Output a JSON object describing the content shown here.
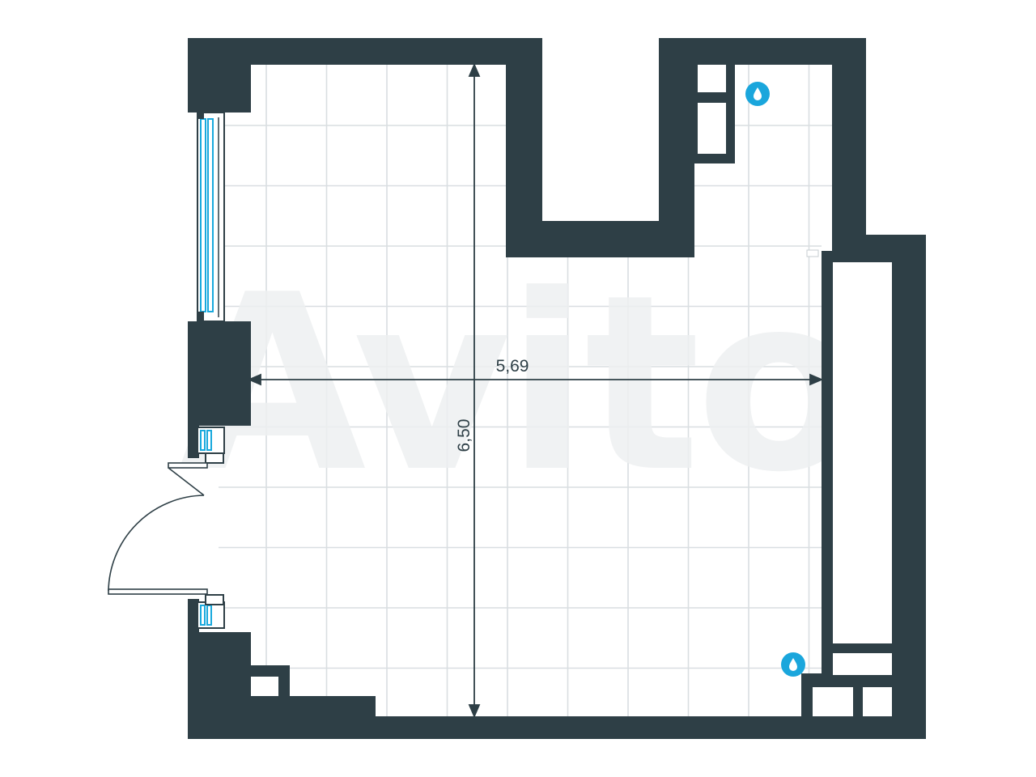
{
  "plan": {
    "width_label": "5,69",
    "height_label": "6,50",
    "watermark": "Avito",
    "colors": {
      "wall": "#2e3f46",
      "grid": "#d9dee1",
      "window": "#19a9dd",
      "water_point": "#1aa6dc",
      "background": "#ffffff"
    },
    "icons": [
      "water-drop-icon",
      "water-drop-icon"
    ]
  }
}
